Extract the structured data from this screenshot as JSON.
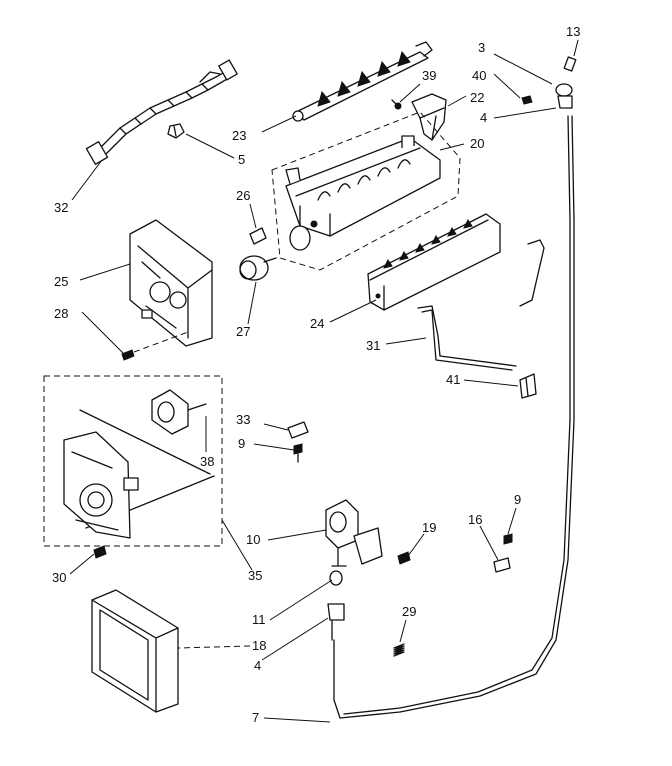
{
  "callouts": [
    {
      "id": "c13",
      "text": "13"
    },
    {
      "id": "c3",
      "text": "3"
    },
    {
      "id": "c40",
      "text": "40"
    },
    {
      "id": "c4a",
      "text": "4"
    },
    {
      "id": "c39",
      "text": "39"
    },
    {
      "id": "c22",
      "text": "22"
    },
    {
      "id": "c23",
      "text": "23"
    },
    {
      "id": "c20",
      "text": "20"
    },
    {
      "id": "c5",
      "text": "5"
    },
    {
      "id": "c32",
      "text": "32"
    },
    {
      "id": "c26",
      "text": "26"
    },
    {
      "id": "c25",
      "text": "25"
    },
    {
      "id": "c27",
      "text": "27"
    },
    {
      "id": "c24",
      "text": "24"
    },
    {
      "id": "c28",
      "text": "28"
    },
    {
      "id": "c31",
      "text": "31"
    },
    {
      "id": "c41",
      "text": "41"
    },
    {
      "id": "c33",
      "text": "33"
    },
    {
      "id": "c9a",
      "text": "9"
    },
    {
      "id": "c38",
      "text": "38"
    },
    {
      "id": "c9b",
      "text": "9"
    },
    {
      "id": "c16",
      "text": "16"
    },
    {
      "id": "c10",
      "text": "10"
    },
    {
      "id": "c19",
      "text": "19"
    },
    {
      "id": "c30",
      "text": "30"
    },
    {
      "id": "c35",
      "text": "35"
    },
    {
      "id": "c11",
      "text": "11"
    },
    {
      "id": "c29",
      "text": "29"
    },
    {
      "id": "c18",
      "text": "18"
    },
    {
      "id": "c4b",
      "text": "4"
    },
    {
      "id": "c7",
      "text": "7"
    }
  ]
}
